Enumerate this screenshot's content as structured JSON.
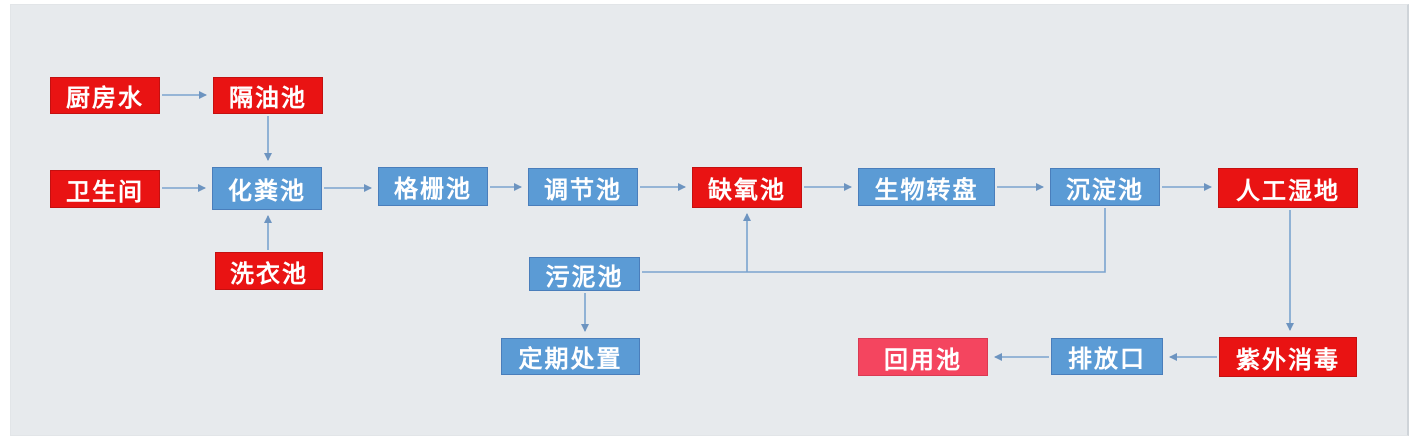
{
  "diagram": {
    "background_color": "#e7eaed",
    "colors": {
      "red_node": "#e91313",
      "blue_node": "#5b9bd5",
      "pink_node": "#f4455f",
      "connector": "#7ba3cf",
      "text": "#ffffff"
    },
    "nodes": [
      {
        "id": "kitchen-water",
        "label": "厨房水",
        "style": "red"
      },
      {
        "id": "grease-trap",
        "label": "隔油池",
        "style": "red"
      },
      {
        "id": "toilet",
        "label": "卫生间",
        "style": "red"
      },
      {
        "id": "septic-tank",
        "label": "化粪池",
        "style": "blue"
      },
      {
        "id": "laundry-sink",
        "label": "洗衣池",
        "style": "red"
      },
      {
        "id": "bar-screen-pool",
        "label": "格栅池",
        "style": "blue"
      },
      {
        "id": "equalization-pool",
        "label": "调节池",
        "style": "blue"
      },
      {
        "id": "anoxic-pool",
        "label": "缺氧池",
        "style": "red"
      },
      {
        "id": "bio-rotating-disc",
        "label": "生物转盘",
        "style": "blue"
      },
      {
        "id": "sedimentation-pool",
        "label": "沉淀池",
        "style": "blue"
      },
      {
        "id": "constructed-wetland",
        "label": "人工湿地",
        "style": "red"
      },
      {
        "id": "sludge-pool",
        "label": "污泥池",
        "style": "blue"
      },
      {
        "id": "periodic-disposal",
        "label": "定期处置",
        "style": "blue"
      },
      {
        "id": "reuse-pool",
        "label": "回用池",
        "style": "pink"
      },
      {
        "id": "discharge-outlet",
        "label": "排放口",
        "style": "blue"
      },
      {
        "id": "uv-disinfection",
        "label": "紫外消毒",
        "style": "red"
      }
    ],
    "edges": [
      {
        "from": "厨房水",
        "to": "隔油池"
      },
      {
        "from": "隔油池",
        "to": "化粪池"
      },
      {
        "from": "卫生间",
        "to": "化粪池"
      },
      {
        "from": "洗衣池",
        "to": "化粪池"
      },
      {
        "from": "化粪池",
        "to": "格栅池"
      },
      {
        "from": "格栅池",
        "to": "调节池"
      },
      {
        "from": "调节池",
        "to": "缺氧池"
      },
      {
        "from": "缺氧池",
        "to": "生物转盘"
      },
      {
        "from": "生物转盘",
        "to": "沉淀池"
      },
      {
        "from": "沉淀池",
        "to": "人工湿地"
      },
      {
        "from": "污泥池",
        "to": "定期处置"
      },
      {
        "from": "沉淀池",
        "to": "污泥池"
      },
      {
        "from": "污泥池",
        "to": "缺氧池"
      },
      {
        "from": "人工湿地",
        "to": "紫外消毒"
      },
      {
        "from": "紫外消毒",
        "to": "排放口"
      },
      {
        "from": "排放口",
        "to": "回用池"
      }
    ]
  }
}
